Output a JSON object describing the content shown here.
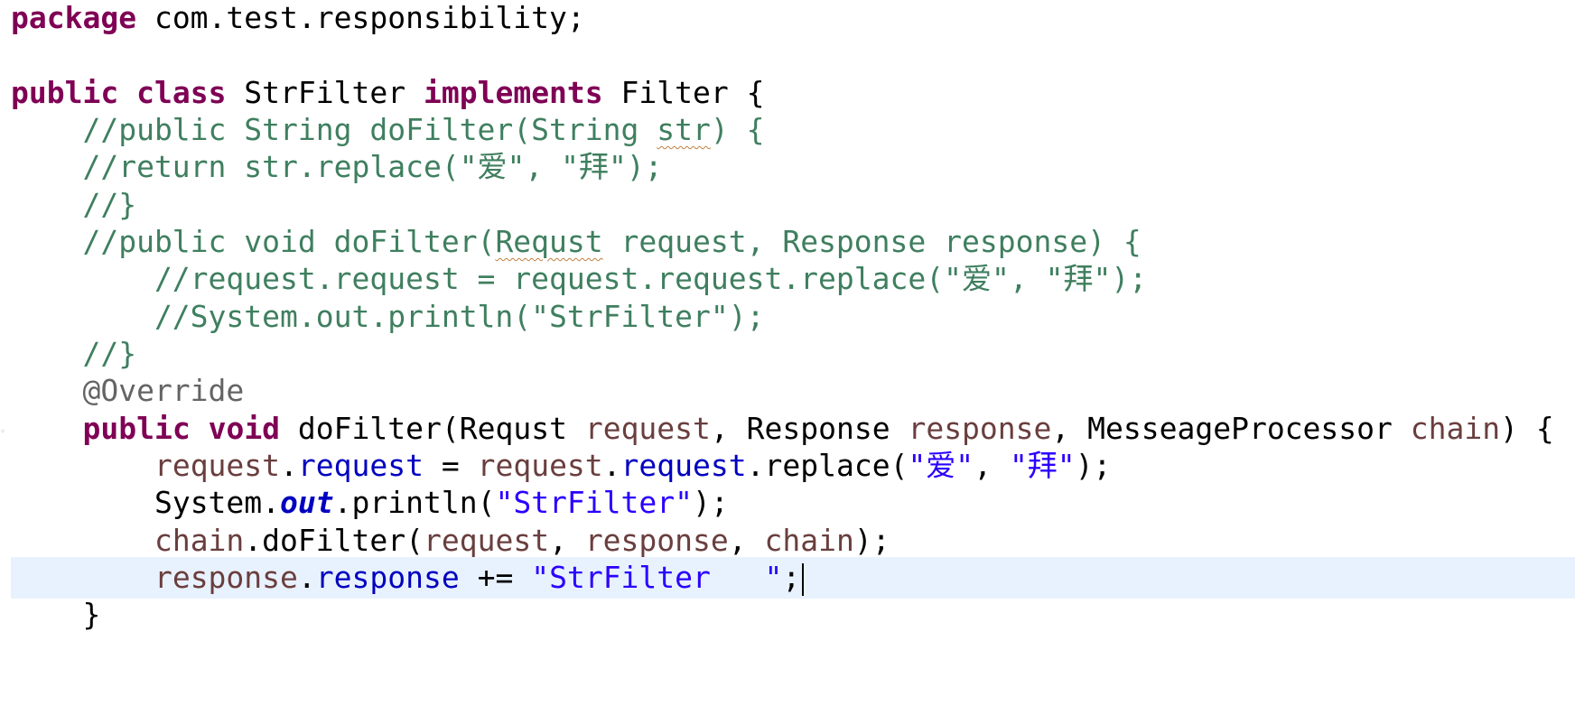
{
  "code": {
    "l1": {
      "kw": "package",
      "rest": " com.test.responsibility;"
    },
    "l3": {
      "kw1": "public",
      "kw2": "class",
      "name": " StrFilter ",
      "kw3": "implements",
      "rest": " Filter {"
    },
    "l4": {
      "c1": "    //public String doFilter(String ",
      "c2": "str",
      "c3": ") {"
    },
    "l5": {
      "comment": "    //return str.replace(\"爱\", \"拜\");"
    },
    "l6": {
      "comment": "    //}"
    },
    "l7": {
      "c1": "    //public void doFilter(",
      "c2": "Requst",
      "c3": " request, Response response) {"
    },
    "l8": {
      "comment": "        //request.request = request.request.replace(\"爱\", \"拜\");"
    },
    "l9": {
      "comment": "        //System.out.println(\"StrFilter\");"
    },
    "l10": {
      "comment": "    //}"
    },
    "l11": {
      "annotation": "    @Override"
    },
    "l12": {
      "indent": "    ",
      "kw1": "public",
      "kw2": "void",
      "t1": " doFilter(Requst ",
      "p1": "request",
      "t2": ", Response ",
      "p2": "response",
      "t3": ", MesseageProcessor ",
      "p3": "chain",
      "t4": ") {"
    },
    "l13": {
      "indent": "        ",
      "p1": "request",
      "d1": ".",
      "f1": "request",
      "t1": " = ",
      "p2": "request",
      "d2": ".",
      "f2": "request",
      "t2": ".replace(",
      "s1": "\"爱\"",
      "t3": ", ",
      "s2": "\"拜\"",
      "t4": ");"
    },
    "l14": {
      "indent": "        ",
      "t1": "System.",
      "sf": "out",
      "t2": ".println(",
      "s1": "\"StrFilter\"",
      "t3": ");"
    },
    "l15": {
      "indent": "        ",
      "p1": "chain",
      "t1": ".doFilter(",
      "p2": "request",
      "t2": ", ",
      "p3": "response",
      "t3": ", ",
      "p4": "chain",
      "t4": ");"
    },
    "l16": {
      "indent": "        ",
      "p1": "response",
      "d1": ".",
      "f1": "response",
      "t1": " += ",
      "s1": "\"StrFilter   \"",
      "t2": ";"
    },
    "l17": {
      "text": "    }"
    }
  },
  "colors": {
    "keyword": "#7f0055",
    "comment": "#3f7f5f",
    "annotation": "#646464",
    "parameter": "#6a3e3e",
    "field": "#0000c0",
    "string": "#2a00ff",
    "current_line": "#e8f2fe"
  }
}
